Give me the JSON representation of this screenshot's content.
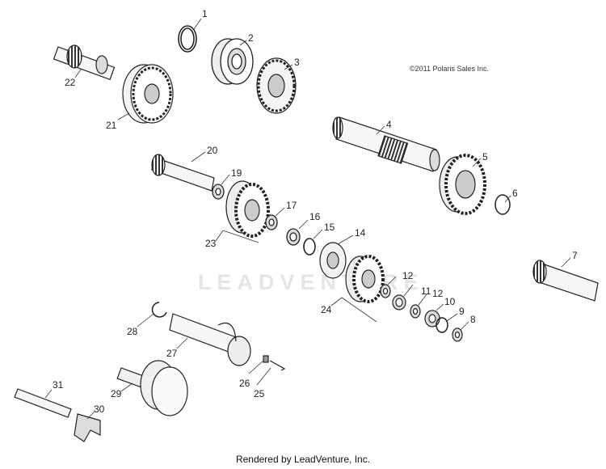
{
  "copyright": "©2011 Polaris Sales Inc.",
  "footer": "Rendered by LeadVenture, Inc.",
  "watermark": "LEADVENTURE",
  "callouts": [
    "1",
    "2",
    "3",
    "4",
    "5",
    "6",
    "7",
    "8",
    "9",
    "10",
    "11",
    "12",
    "12",
    "14",
    "15",
    "16",
    "17",
    "19",
    "20",
    "21",
    "22",
    "23",
    "24",
    "25",
    "26",
    "27",
    "28",
    "29",
    "30",
    "31"
  ]
}
